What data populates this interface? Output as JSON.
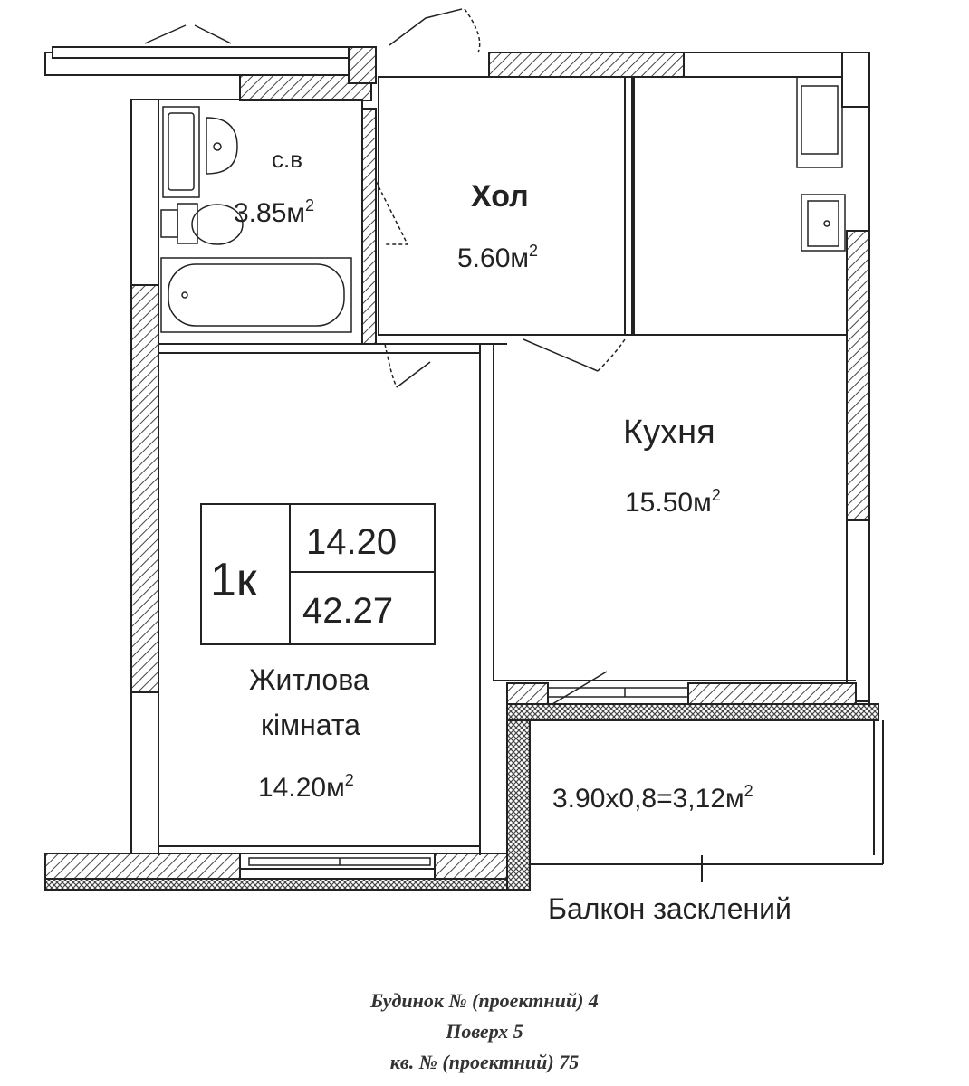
{
  "rooms": {
    "wc": {
      "name": "с.в",
      "area": "3.85м",
      "sup": "2"
    },
    "hall": {
      "name": "Хол",
      "area": "5.60м",
      "sup": "2"
    },
    "kitchen": {
      "name": "Кухня",
      "area": "15.50м",
      "sup": "2"
    },
    "living": {
      "name_line1": "Житлова",
      "name_line2": "кімната",
      "area": "14.20м",
      "sup": "2"
    },
    "balcony": {
      "area": "3.90х0,8=3,12м",
      "sup": "2",
      "caption": "Балкон засклений"
    }
  },
  "apartment_box": {
    "type": "1к",
    "living_area": "14.20",
    "total_area": "42.27"
  },
  "footer": {
    "building": "Будинок № (проектний) 4",
    "floor": "Поверх 5",
    "apartment": "кв. № (проектний) 75"
  },
  "colors": {
    "line": "#222222",
    "hatch": "#555555",
    "paper": "#ffffff"
  }
}
